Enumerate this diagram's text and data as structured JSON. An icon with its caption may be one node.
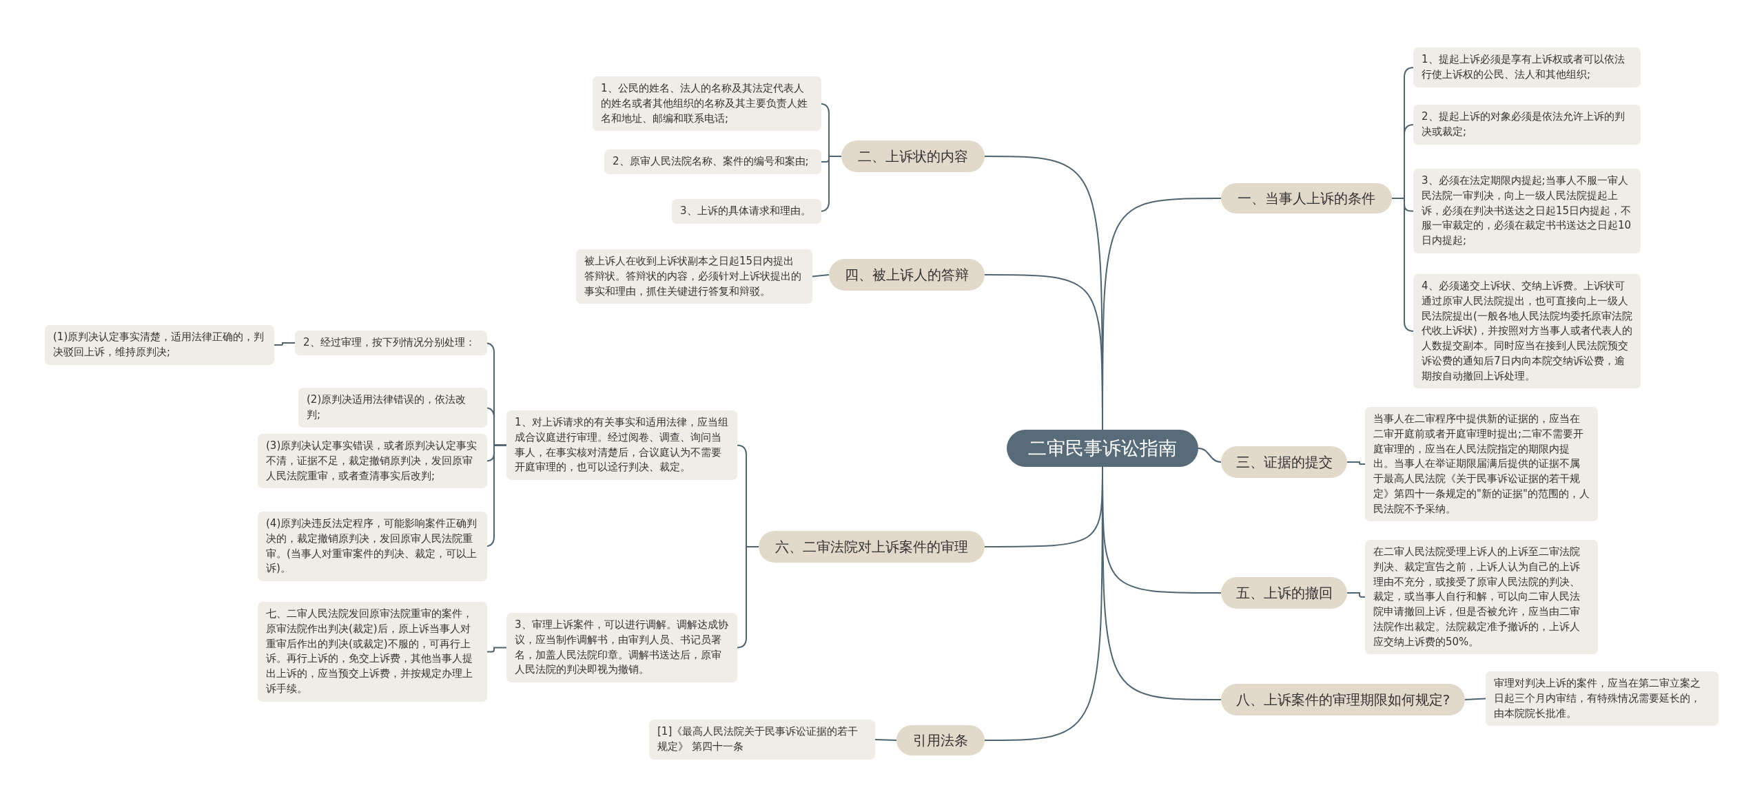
{
  "diagram": {
    "nodes": [
      {
        "text": [
          "二审民事诉讼指南"
        ]
      },
      {
        "text": [
          "一、当事人上诉的条件"
        ]
      },
      {
        "text": [
          "1、提起上诉必须是享有上诉权或者可以依法行使上诉权的公民、法人和其他组织;"
        ]
      },
      {
        "text": [
          "2、提起上诉的对象必须是依法允许上诉的判决或裁定;"
        ]
      },
      {
        "text": [
          "3、必须在法定期限内提起;当事人不服一审人民法院一审判决，向上一级人民法院提起上诉，必须在判决书送达之日起15日内提起，不服一审裁定的，必须在裁定书书送达之日起10日内提起;"
        ]
      },
      {
        "text": [
          "4、必须递交上诉状、交纳上诉费。上诉状可通过原审人民法院提出，也可直接向上一级人民法院提出(一般各地人民法院均委托原审法院代收上诉状)，并按照对方当事人或者代表人的人数提交副本。同时应当在接到人民法院预交诉讼费的通知后7日内向本院交纳诉讼费，逾期按自动撤回上诉处理。"
        ]
      },
      {
        "text": [
          "三、证据的提交"
        ]
      },
      {
        "text": [
          "当事人在二审程序中提供新的证据的，应当在二审开庭前或者开庭审理时提出;二审不需要开庭审理的，应当在人民法院指定的期限内提出。当事人在举证期限届满后提供的证据不属于最高人民法院《关于民事诉讼证据的若干规定》第四十一条规定的\"新的证据\"的范围的，人民法院不予采纳。"
        ]
      },
      {
        "text": [
          "五、上诉的撤回"
        ]
      },
      {
        "text": [
          "在二审人民法院受理上诉人的上诉至二审法院判决、裁定宣告之前，上诉人认为自己的上诉理由不充分，或接受了原审人民法院的判决、裁定，或当事人自行和解，可以向二审人民法院申请撤回上诉，但是否被允许，应当由二审法院作出裁定。法院裁定准予撤诉的，上诉人应交纳上诉费的50%。"
        ]
      },
      {
        "text": [
          "八、上诉案件的审理期限如何规定?"
        ]
      },
      {
        "text": [
          "审理对判决上诉的案件，应当在第二审立案之日起三个月内审结，有特殊情况需要延长的，由本院院长批准。"
        ]
      },
      {
        "text": [
          "二、上诉状的内容"
        ]
      },
      {
        "text": [
          "1、公民的姓名、法人的名称及其法定代表人的姓名或者其他组织的名称及其主要负责人姓名和地址、邮编和联系电话;"
        ]
      },
      {
        "text": [
          "2、原审人民法院名称、案件的编号和案由;"
        ]
      },
      {
        "text": [
          "3、上诉的具体请求和理由。"
        ]
      },
      {
        "text": [
          "四、被上诉人的答辩"
        ]
      },
      {
        "text": [
          "被上诉人在收到上诉状副本之日起15日内提出答辩状。答辩状的内容，必须针对上诉状提出的事实和理由，抓住关键进行答复和辩驳。"
        ]
      },
      {
        "text": [
          "六、二审法院对上诉案件的审理"
        ]
      },
      {
        "text": [
          "1、对上诉请求的有关事实和适用法律，应当组成合议庭进行审理。经过阅卷、调查、询问当事人，在事实核对清楚后，合议庭认为不需要开庭审理的，也可以迳行判决、裁定。"
        ]
      },
      {
        "text": [
          "2、经过审理，按下列情况分别处理："
        ]
      },
      {
        "text": [
          "(1)原判决认定事实清楚，适用法律正确的，判决驳回上诉，维持原判决;"
        ]
      },
      {
        "text": [
          "(2)原判决适用法律错误的，依法改判;"
        ]
      },
      {
        "text": [
          "(3)原判决认定事实错误，或者原判决认定事实不清，证据不足，裁定撤销原判决，发回原审人民法院重审，或者查清事实后改判;"
        ]
      },
      {
        "text": [
          "(4)原判决违反法定程序，可能影响案件正确判决的，裁定撤销原判决，发回原审人民法院重审。(当事人对重审案件的判决、裁定，可以上诉)。"
        ]
      },
      {
        "text": [
          "3、审理上诉案件，可以进行调解。调解达成协议，应当制作调解书，由审判人员、书记员署名，加盖人民法院印章。调解书送达后，原审人民法院的判决即视为撤销。"
        ]
      },
      {
        "text": [
          "七、二审人民法院发回原审法院重审的案件，原审法院作出判决(裁定)后，原上诉当事人对重审后作出的判决(或裁定)不服的，可再行上诉。再行上诉的，免交上诉费，其他当事人提出上诉的，应当预交上诉费，并按规定办理上诉手续。"
        ]
      },
      {
        "text": [
          "引用法条"
        ]
      },
      {
        "text": [
          "[1]《最高人民法院关于民事诉讼证据的若干规定》 第四十一条"
        ]
      }
    ],
    "edges": [
      {
        "from": 0,
        "to": 1,
        "arrow": "none"
      },
      {
        "from": 0,
        "to": 6,
        "arrow": "none"
      },
      {
        "from": 0,
        "to": 8,
        "arrow": "none"
      },
      {
        "from": 0,
        "to": 10,
        "arrow": "none"
      },
      {
        "from": 0,
        "to": 12,
        "arrow": "none"
      },
      {
        "from": 0,
        "to": 16,
        "arrow": "none"
      },
      {
        "from": 0,
        "to": 18,
        "arrow": "none"
      },
      {
        "from": 0,
        "to": 27,
        "arrow": "none"
      },
      {
        "from": 1,
        "to": 2,
        "arrow": "none"
      },
      {
        "from": 1,
        "to": 3,
        "arrow": "none"
      },
      {
        "from": 1,
        "to": 4,
        "arrow": "none"
      },
      {
        "from": 1,
        "to": 5,
        "arrow": "none"
      },
      {
        "from": 6,
        "to": 7,
        "arrow": "none"
      },
      {
        "from": 8,
        "to": 9,
        "arrow": "none"
      },
      {
        "from": 10,
        "to": 11,
        "arrow": "none"
      },
      {
        "from": 12,
        "to": 13,
        "arrow": "none"
      },
      {
        "from": 12,
        "to": 14,
        "arrow": "none"
      },
      {
        "from": 12,
        "to": 15,
        "arrow": "none"
      },
      {
        "from": 16,
        "to": 17,
        "arrow": "none"
      },
      {
        "from": 18,
        "to": 19,
        "arrow": "none"
      },
      {
        "from": 18,
        "to": 25,
        "arrow": "none"
      },
      {
        "from": 19,
        "to": 20,
        "arrow": "none"
      },
      {
        "from": 19,
        "to": 22,
        "arrow": "none"
      },
      {
        "from": 19,
        "to": 23,
        "arrow": "none"
      },
      {
        "from": 19,
        "to": 24,
        "arrow": "none"
      },
      {
        "from": 20,
        "to": 21,
        "arrow": "none"
      },
      {
        "from": 25,
        "to": 26,
        "arrow": "none"
      },
      {
        "from": 27,
        "to": 28,
        "arrow": "none"
      }
    ]
  }
}
